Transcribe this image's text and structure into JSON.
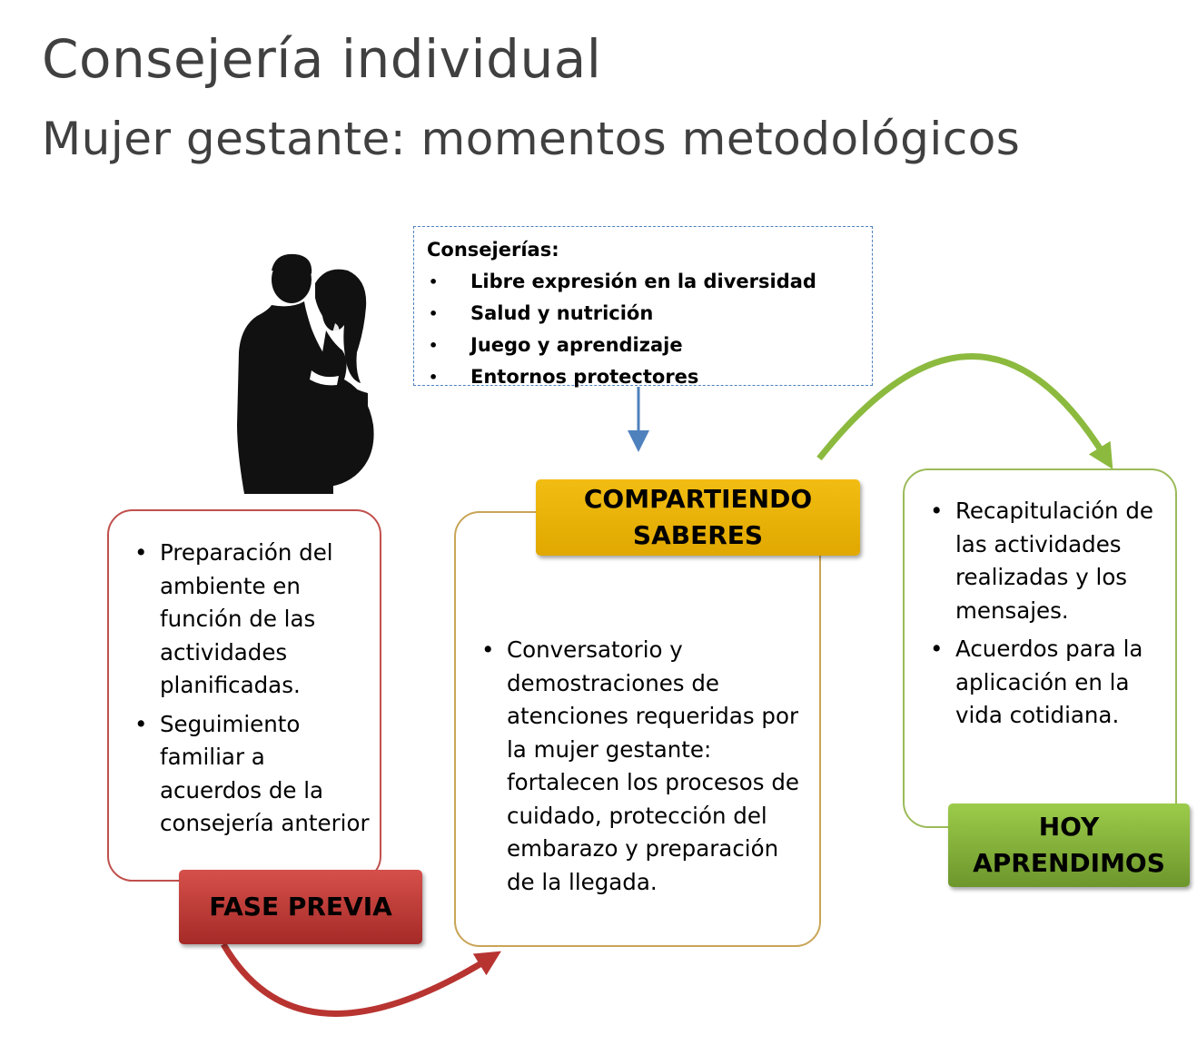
{
  "title": "Consejería individual",
  "subtitle": "Mujer gestante: momentos metodológicos",
  "consejerias": {
    "heading": "Consejerías:",
    "items": [
      "Libre expresión en la diversidad",
      "Salud y nutrición",
      "Juego y aprendizaje",
      "Entornos protectores"
    ]
  },
  "fase_previa": {
    "label": "FASE PREVIA",
    "items": [
      "Preparación del ambiente en función de las actividades planificadas.",
      "Seguimiento familiar a acuerdos de la consejería anterior"
    ]
  },
  "compartiendo": {
    "label_line1": "COMPARTIENDO",
    "label_line2": "SABERES",
    "items": [
      "Conversatorio y demostraciones de atenciones requeridas por la mujer gestante: fortalecen los procesos de cuidado, protección del embarazo y preparación de la llegada."
    ]
  },
  "hoy_aprendimos": {
    "label_line1": "HOY",
    "label_line2": "APRENDIMOS",
    "items": [
      "Recapitulación de las actividades realizadas y los mensajes.",
      "Acuerdos para la aplicación en la vida cotidiana."
    ]
  },
  "colors": {
    "title": "#404040",
    "fase_previa": "#c0504d",
    "compartiendo": "#f0b70c",
    "hoy_aprendimos": "#8cba3f",
    "connector_blue": "#4f81bd",
    "arc_red": "#b83431",
    "arc_green": "#8cba3f"
  },
  "icons": [
    "couple-silhouette-icon",
    "down-arrow-icon",
    "curved-arrow-icon"
  ]
}
